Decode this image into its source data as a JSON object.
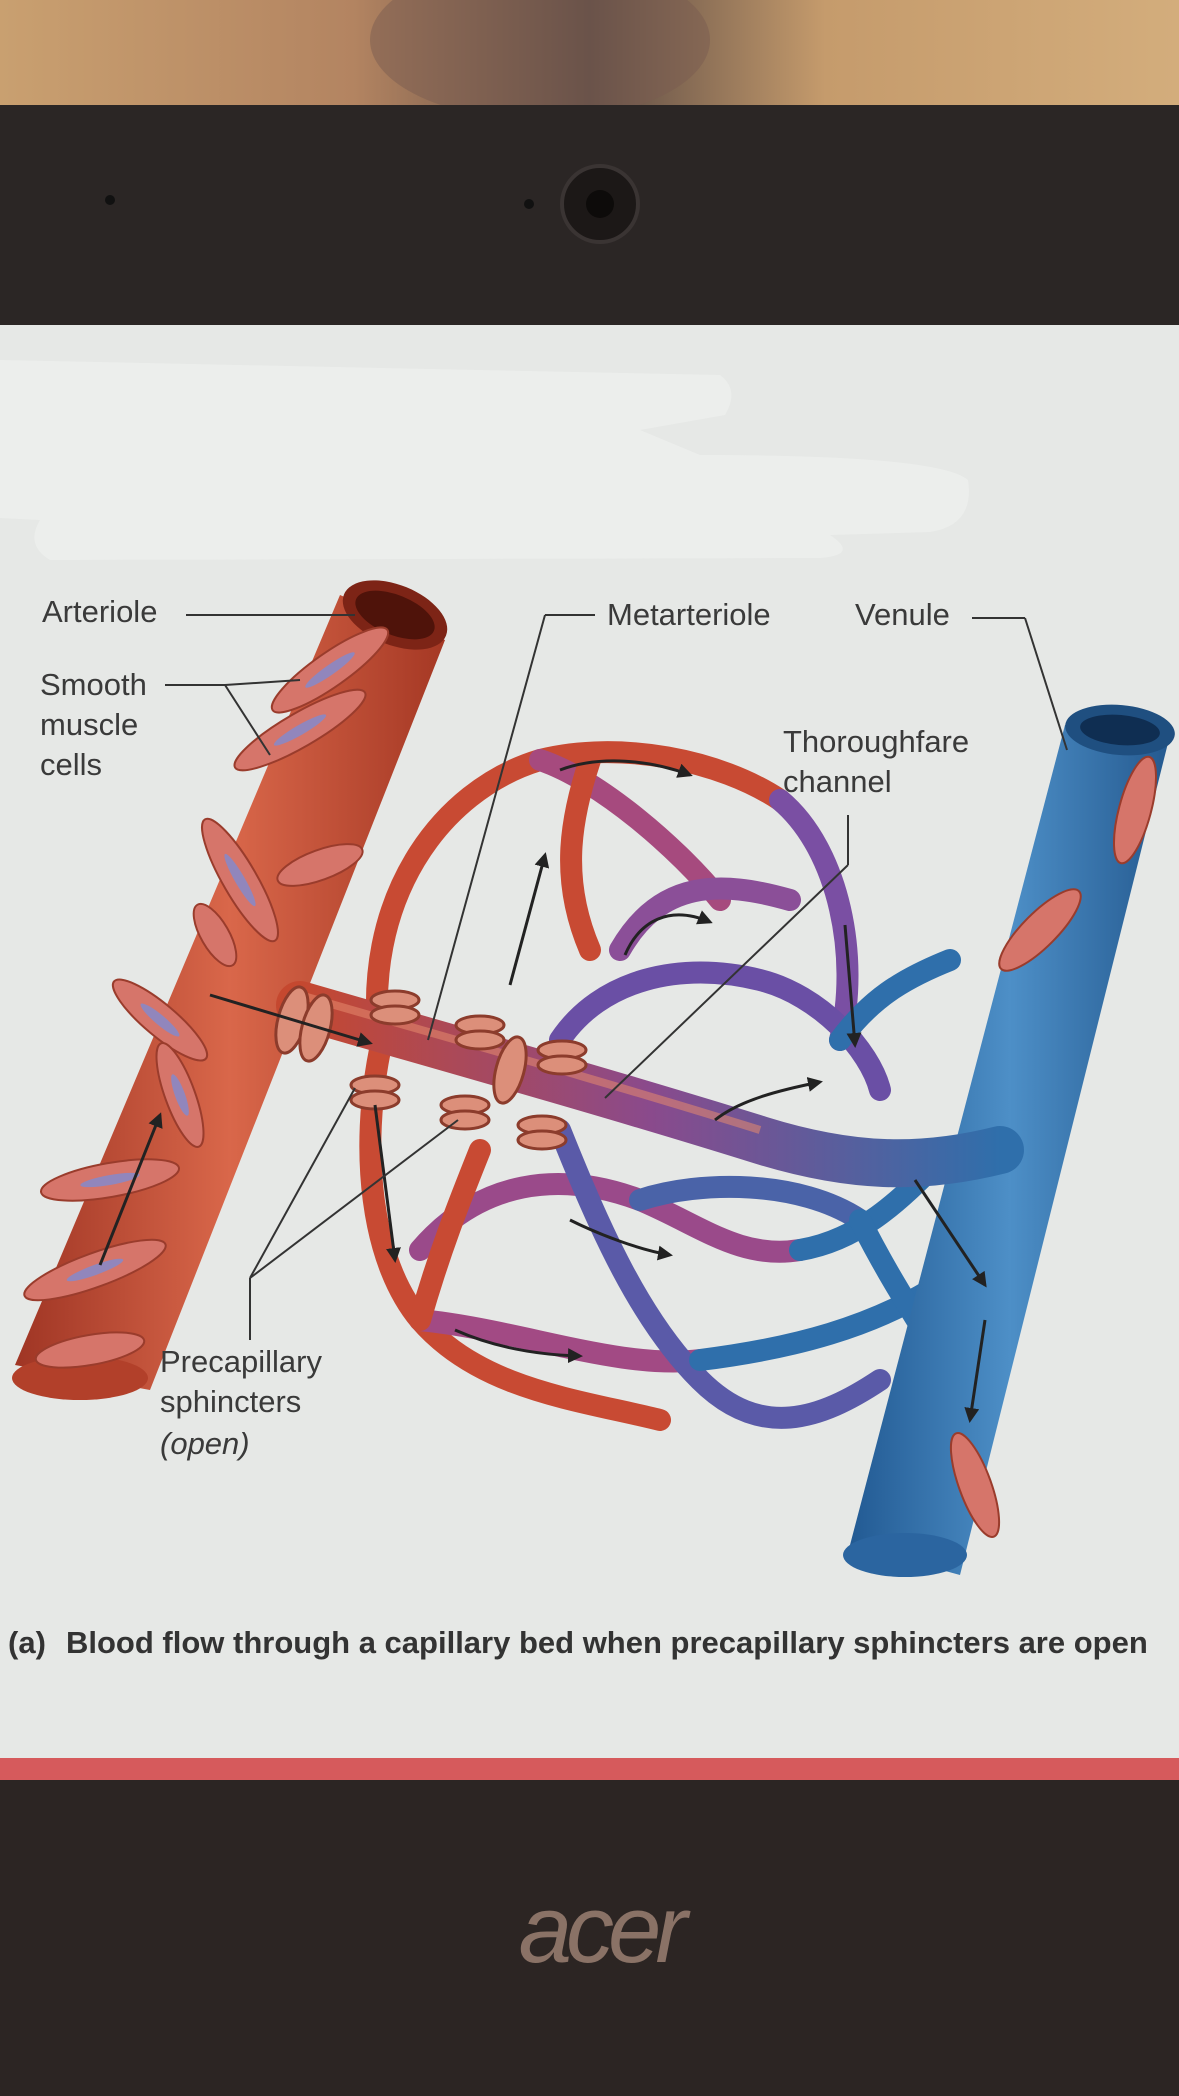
{
  "figure": {
    "labels": {
      "arteriole": "Arteriole",
      "smooth_muscle": "Smooth\nmuscle\ncells",
      "metarteriole": "Metarteriole",
      "venule": "Venule",
      "thoroughfare": "Thoroughfare\nchannel",
      "precapillary": "Precapillary\nsphincters",
      "precapillary_state": "(open)"
    },
    "caption": {
      "tag": "(a)",
      "text": "Blood flow through a capillary bed when precapillary sphincters are open"
    }
  },
  "laptop": {
    "brand": "acer"
  },
  "colors": {
    "artery": "#c5482f",
    "vein": "#2f6fab",
    "transition": "#7a4a9c",
    "muscle": "#d6756a",
    "page": "#e6e8e6",
    "bezel": "#2b2625"
  }
}
